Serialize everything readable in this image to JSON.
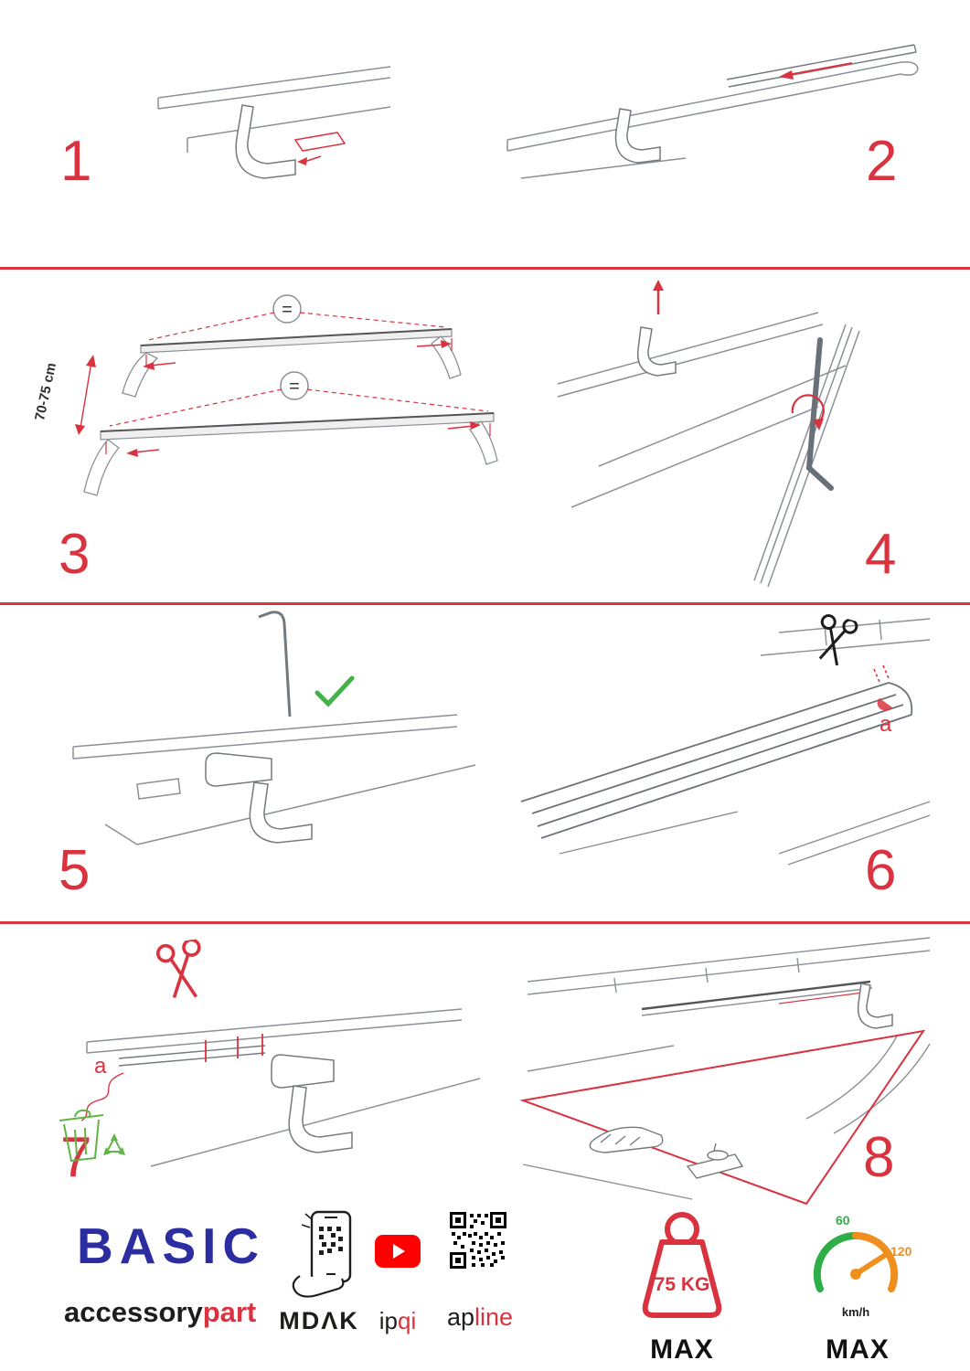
{
  "steps": {
    "s1": {
      "number": "1"
    },
    "s2": {
      "number": "2"
    },
    "s3": {
      "number": "3",
      "equals": "=",
      "dimension": "70-75 cm"
    },
    "s4": {
      "number": "4"
    },
    "s5": {
      "number": "5"
    },
    "s6": {
      "number": "6",
      "label_a": "a"
    },
    "s7": {
      "number": "7",
      "label_a": "a"
    },
    "s8": {
      "number": "8"
    }
  },
  "footer": {
    "brand": "BASIC",
    "brand_line2_left": "accessory",
    "brand_line2_right": "part",
    "logo_mdak": "MDΛK",
    "logo_ipqi_left": "ip",
    "logo_ipqi_right": "qi",
    "logo_apline_left": "ap",
    "logo_apline_right": "line",
    "weight_value": "75 KG",
    "weight_max": "MAX",
    "speed_low": "60",
    "speed_high": "120",
    "speed_unit": "km/h",
    "speed_max": "MAX"
  },
  "colors": {
    "accent_red": "#d93340",
    "brand_blue": "#2b2da0",
    "check_green": "#44b14b",
    "recycle_green": "#61b446",
    "speed_green": "#2fae47",
    "speed_orange": "#ee8f1e",
    "youtube_red": "#ff0000"
  }
}
